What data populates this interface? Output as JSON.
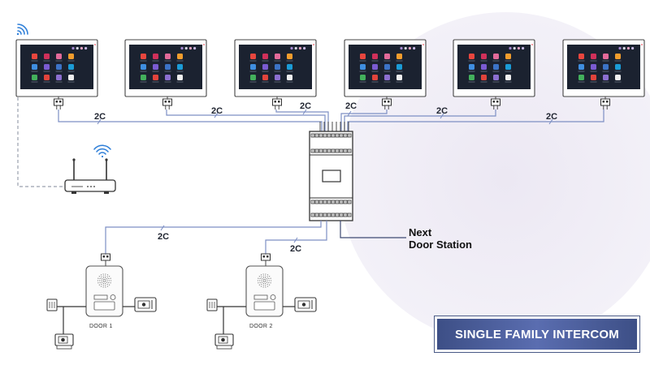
{
  "diagram": {
    "cable_label": "2C",
    "next_door_station": [
      "Next",
      "Door Station"
    ],
    "badge_title": "SINGLE FAMILY INTERCOM",
    "doors": [
      {
        "label": "DOOR 1"
      },
      {
        "label": "DOOR 2"
      }
    ],
    "monitors_count_note": "",
    "app_icon_colors": [
      "#e8463e",
      "#d0305a",
      "#e36a9a",
      "#f29d2d",
      "#3f8ee0",
      "#7a5bd1",
      "#3c73c6",
      "#1b9bd6",
      "#43b05c",
      "#e1443c",
      "#8c6fd0",
      "#f0f0f0"
    ],
    "colors": {
      "line": "#7d8fc4",
      "screen": "#1b2230",
      "accent_bg": "#ece9f4",
      "badge": "#4a5a86",
      "wifi": "#2f7fd8"
    }
  }
}
